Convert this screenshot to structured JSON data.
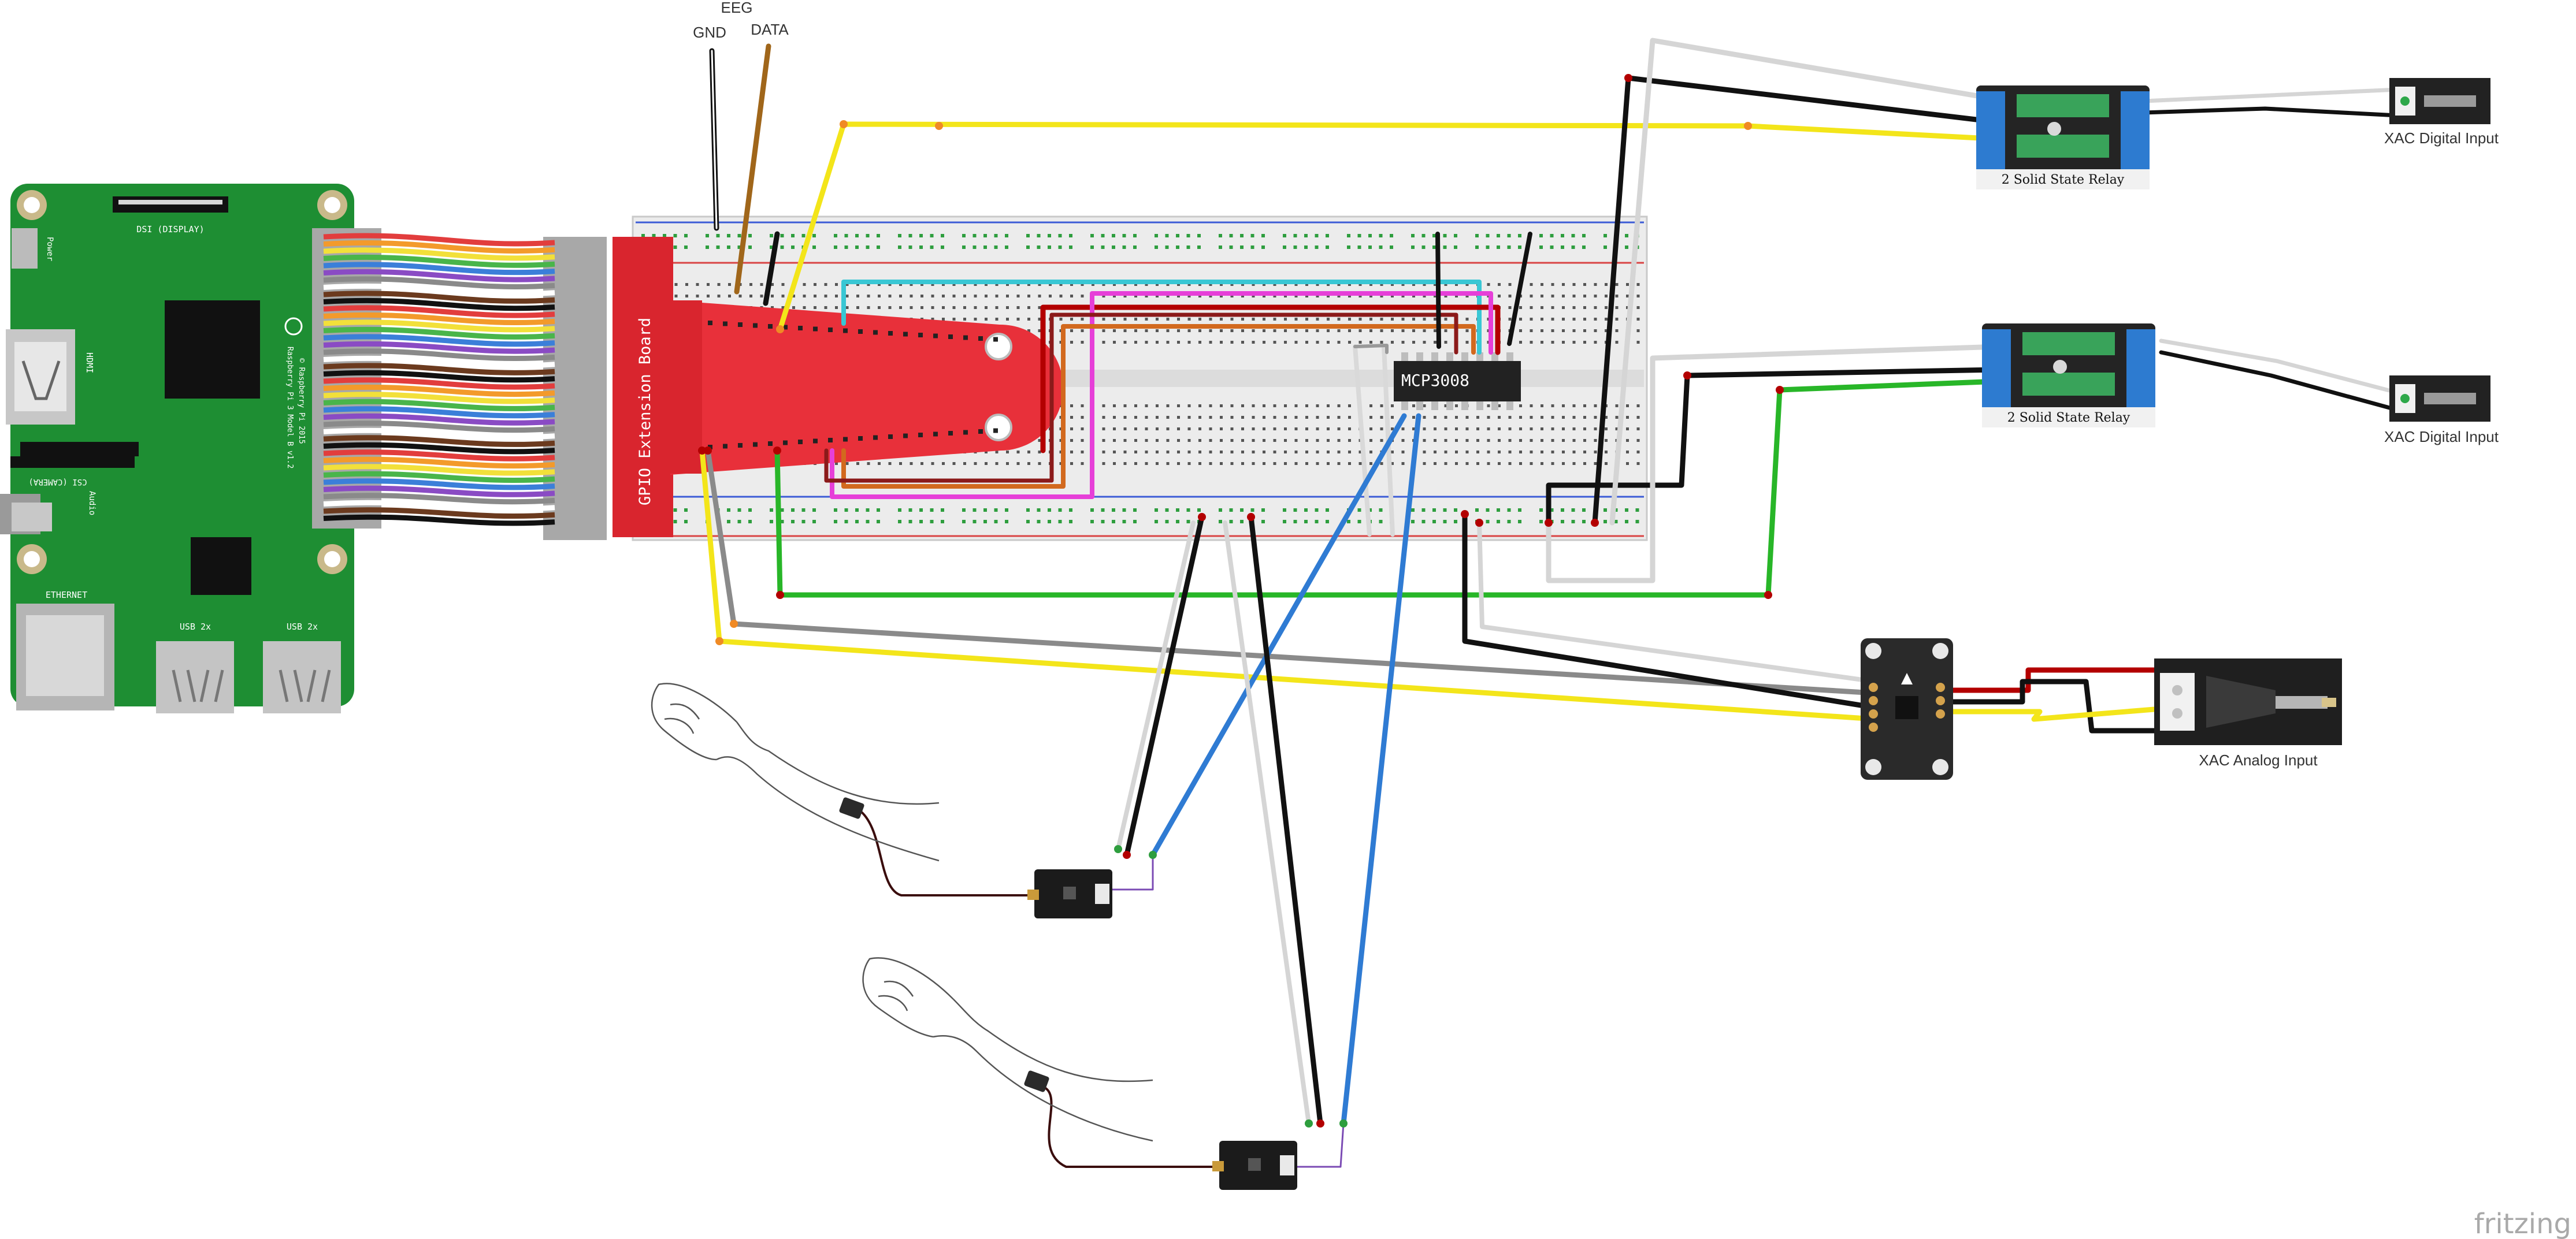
{
  "labels": {
    "eeg": "EEG",
    "gnd": "GND",
    "data": "DATA",
    "chip": "MCP3008",
    "relay_1_text": "2 Solid State Relay",
    "relay_2_text": "2 Solid State Relay",
    "xac_digital_1": "XAC Digital Input",
    "xac_digital_2": "XAC Digital Input",
    "xac_analog": "XAC Analog Input",
    "brand": "fritzing",
    "extension_board": "GPIO Extension Board",
    "pi_dsi": "DSI (DISPLAY)",
    "pi_csi": "CSI (CAMERA)",
    "pi_ethernet": "ETHERNET",
    "pi_usb_1": "USB 2x",
    "pi_usb_2": "USB 2x",
    "pi_hdmi": "HDMI",
    "pi_power": "Power",
    "pi_audio": "Audio",
    "pi_model": "Raspberry Pi 3 Model B v1.2",
    "pi_copyright": "© Raspberry Pi 2015"
  },
  "colors": {
    "pi_board": "#1e8e33",
    "extension_board": "#d9252e",
    "breadboard": "#e6e6e6",
    "wire_yellow": "#f3e51a",
    "wire_black": "#1a1a1a",
    "wire_red": "#b30000",
    "wire_green": "#28b628",
    "wire_blue": "#2f7bd3",
    "wire_gray": "#8a8a8a",
    "wire_white": "#e8e8e8",
    "wire_cyan": "#39c7d4",
    "wire_magenta": "#e63fd8",
    "wire_orange": "#d2691e",
    "wire_brown": "#a0661a"
  },
  "icons": [
    "raspberry-pi-board",
    "rainbow-ribbon-cable",
    "gpio-extension-board",
    "breadboard",
    "mcp3008-chip",
    "solid-state-relay",
    "audio-jack",
    "adc-breakout-board",
    "eeg-sensor-module",
    "arm-sketch",
    "electrode"
  ]
}
